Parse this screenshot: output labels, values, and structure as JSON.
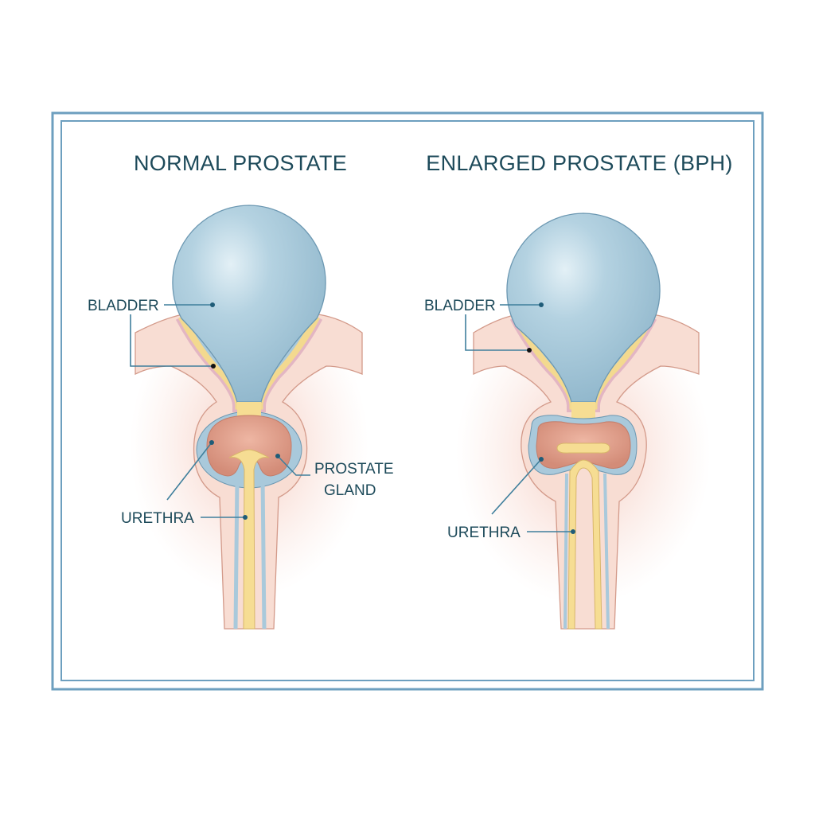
{
  "panels": [
    {
      "title": "NORMAL PROSTATE",
      "labels": {
        "bladder": "BLADDER",
        "prostate_line1": "PROSTATE",
        "prostate_line2": "GLAND",
        "urethra": "URETHRA"
      }
    },
    {
      "title": "ENLARGED PROSTATE (BPH)",
      "labels": {
        "bladder": "BLADDER",
        "urethra": "URETHRA"
      }
    }
  ],
  "colors": {
    "frame": "#6d9fbf",
    "bladder": "#a9cadb",
    "prostate": "#dc9a85",
    "urethra": "#f6dd93",
    "tissue": "#f3cbbd",
    "text": "#1d4a5a"
  }
}
